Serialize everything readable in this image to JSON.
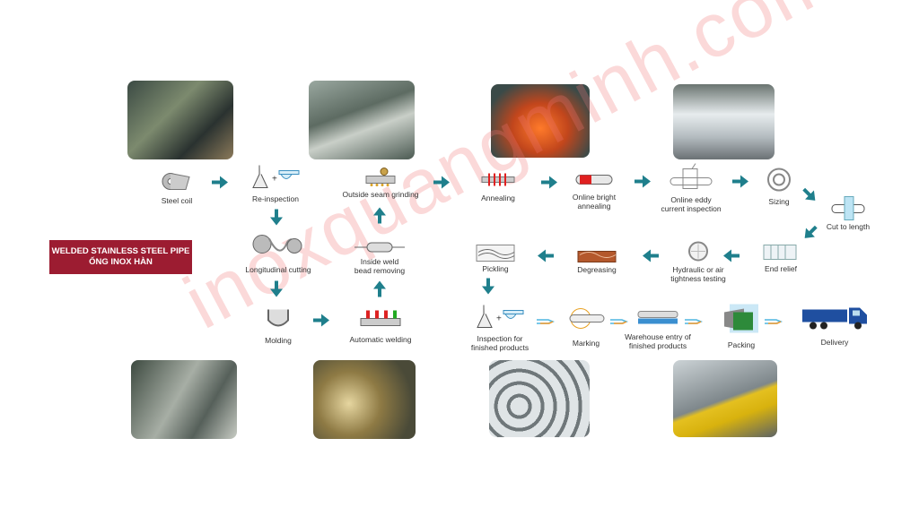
{
  "title": {
    "line1": "WELDED STAINLESS STEEL PIPE",
    "line2": "ỐNG INOX HÀN"
  },
  "watermark": "inoxquangminh.com",
  "colors": {
    "arrow": "#1f7f8c",
    "title_bg": "#9c1c31",
    "arrow_orange": "#f39a2b",
    "arrow_blue": "#4fb6e0"
  },
  "steps": [
    {
      "label": [
        "Steel coil"
      ],
      "icon": "steel-coil-icon"
    },
    {
      "label": [
        "Re-inspection"
      ],
      "icon": "flask-caliper-icon"
    },
    {
      "label": [
        "Longitudinal cutting"
      ],
      "icon": "coil-slitting-icon"
    },
    {
      "label": [
        "Molding"
      ],
      "icon": "molding-icon"
    },
    {
      "label": [
        "Automatic welding"
      ],
      "icon": "welding-icon"
    },
    {
      "label": [
        "Inside weld",
        "bead removing"
      ],
      "icon": "bead-removing-icon"
    },
    {
      "label": [
        "Outside seam grinding"
      ],
      "icon": "grinding-icon"
    },
    {
      "label": [
        "Annealing"
      ],
      "icon": "annealing-icon"
    },
    {
      "label": [
        "Online bright",
        "annealing"
      ],
      "icon": "bright-annealing-icon"
    },
    {
      "label": [
        "Online eddy",
        "current inspection"
      ],
      "icon": "eddy-current-icon"
    },
    {
      "label": [
        "Sizing"
      ],
      "icon": "sizing-ring-icon"
    },
    {
      "label": [
        "Cut to length"
      ],
      "icon": "cut-icon"
    },
    {
      "label": [
        "End relief"
      ],
      "icon": "end-relief-icon"
    },
    {
      "label": [
        "Hydraulic or air",
        "tightness testing"
      ],
      "icon": "pressure-test-icon"
    },
    {
      "label": [
        "Degreasing"
      ],
      "icon": "degreasing-icon"
    },
    {
      "label": [
        "Pickling"
      ],
      "icon": "pickling-tank-icon"
    },
    {
      "label": [
        "Inspection for",
        "finished products"
      ],
      "icon": "flask-caliper-icon"
    },
    {
      "label": [
        "Marking"
      ],
      "icon": "marking-icon"
    },
    {
      "label": [
        "Warehouse entry of",
        "finished products"
      ],
      "icon": "warehouse-icon"
    },
    {
      "label": [
        "Packing"
      ],
      "icon": "packing-icon"
    },
    {
      "label": [
        "Delivery"
      ],
      "icon": "truck-icon"
    }
  ]
}
